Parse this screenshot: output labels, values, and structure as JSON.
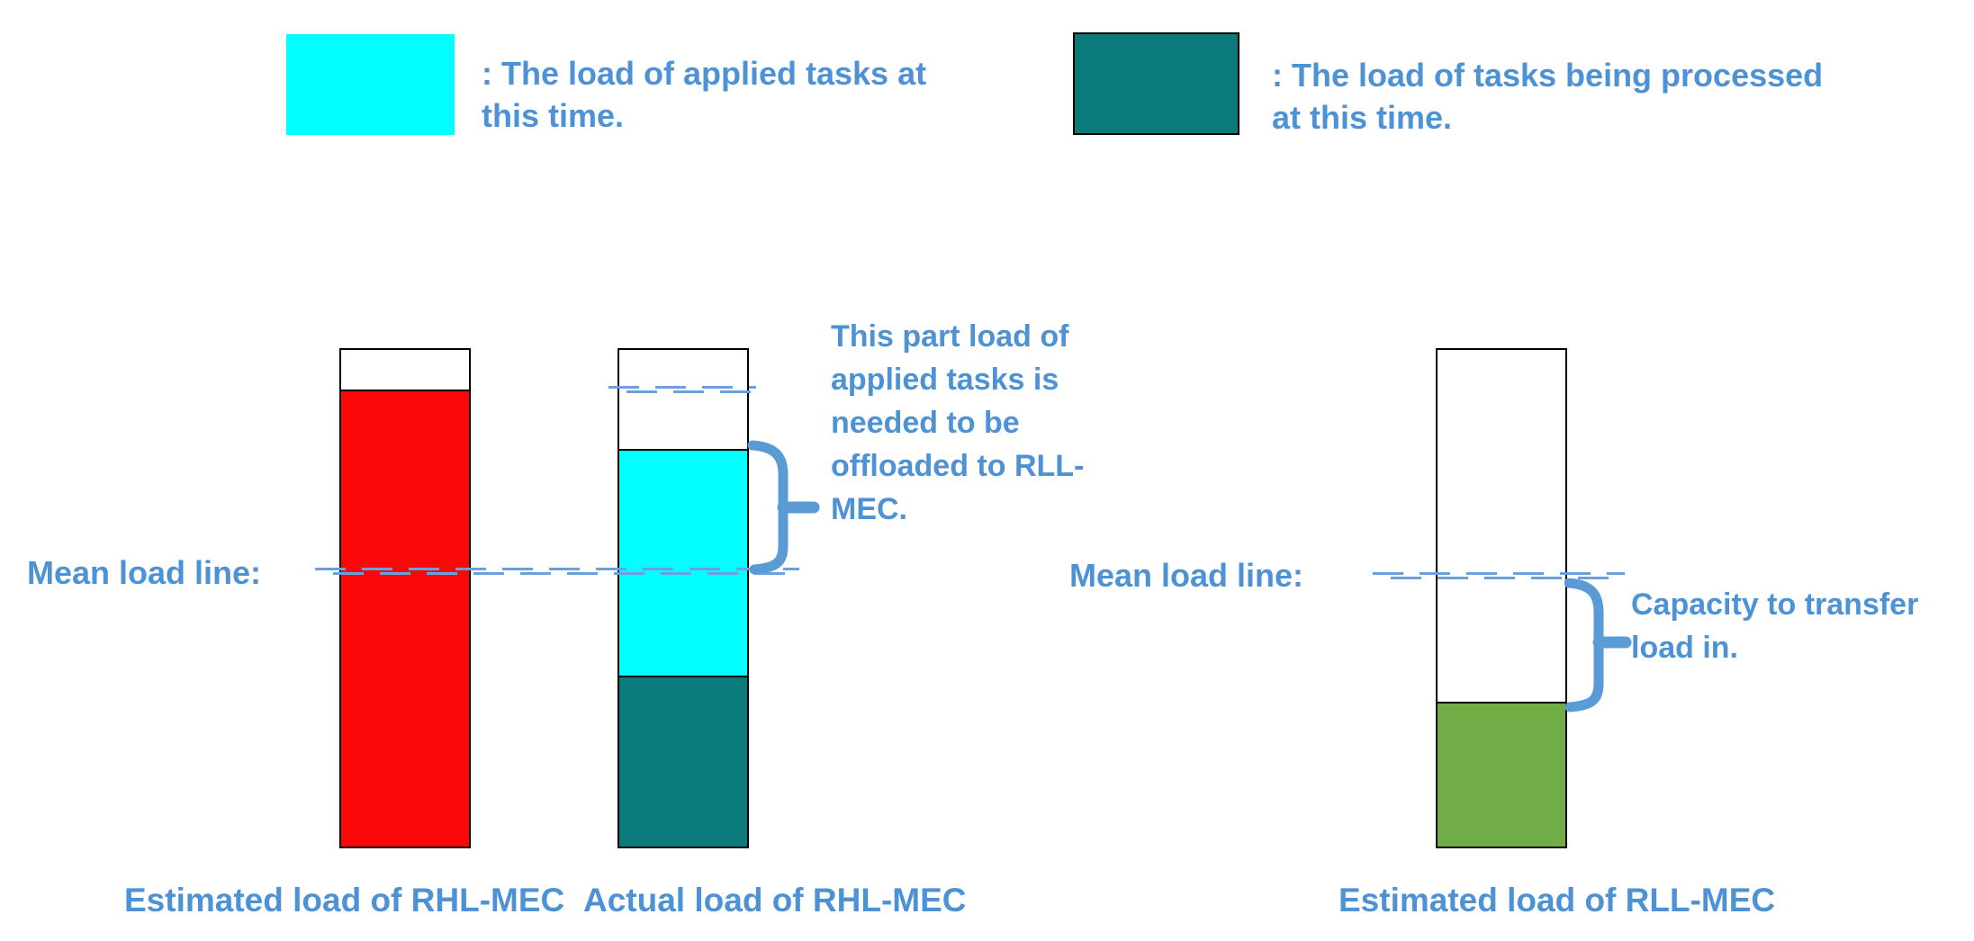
{
  "legend": {
    "items": [
      {
        "name": "applied-tasks",
        "swatch_color": "#00FFFF",
        "label": ": The load of applied tasks at\nthis time."
      },
      {
        "name": "processing-tasks",
        "swatch_color": "#0A7A7C",
        "label": ": The load of tasks being processed\nat this time."
      }
    ]
  },
  "mean_line": {
    "left_label": "Mean load line:",
    "right_label": "Mean load line:",
    "level_pct": 55
  },
  "annotations": {
    "offload": "This part load of\napplied tasks is\nneeded to be\noffloaded to RLL-\nMEC.",
    "capacity": "Capacity to transfer\nload in."
  },
  "bars": [
    {
      "name": "estimated-rhl-mec",
      "label": "Estimated load of RHL-MEC",
      "segments": [
        {
          "name": "estimated-load",
          "color": "#FB0707",
          "height_pct": 92
        }
      ]
    },
    {
      "name": "actual-rhl-mec",
      "label": "Actual load of RHL-MEC",
      "estimated_level_pct": 92,
      "segments": [
        {
          "name": "applied-tasks-load",
          "color": "#00FFFF",
          "height_pct": 45.5
        },
        {
          "name": "processing-tasks-load",
          "color": "#0A7A7C",
          "height_pct": 34.5
        }
      ]
    },
    {
      "name": "estimated-rll-mec",
      "label": "Estimated load of RLL-MEC",
      "segments": [
        {
          "name": "estimated-load",
          "color": "#70AD47",
          "height_pct": 29
        }
      ]
    }
  ],
  "colors": {
    "accent_text_blue": "#4E92D6",
    "dash_blue": "#6CA0DC",
    "brace_blue": "#5B9BD5",
    "bar_outline": "#000000"
  }
}
